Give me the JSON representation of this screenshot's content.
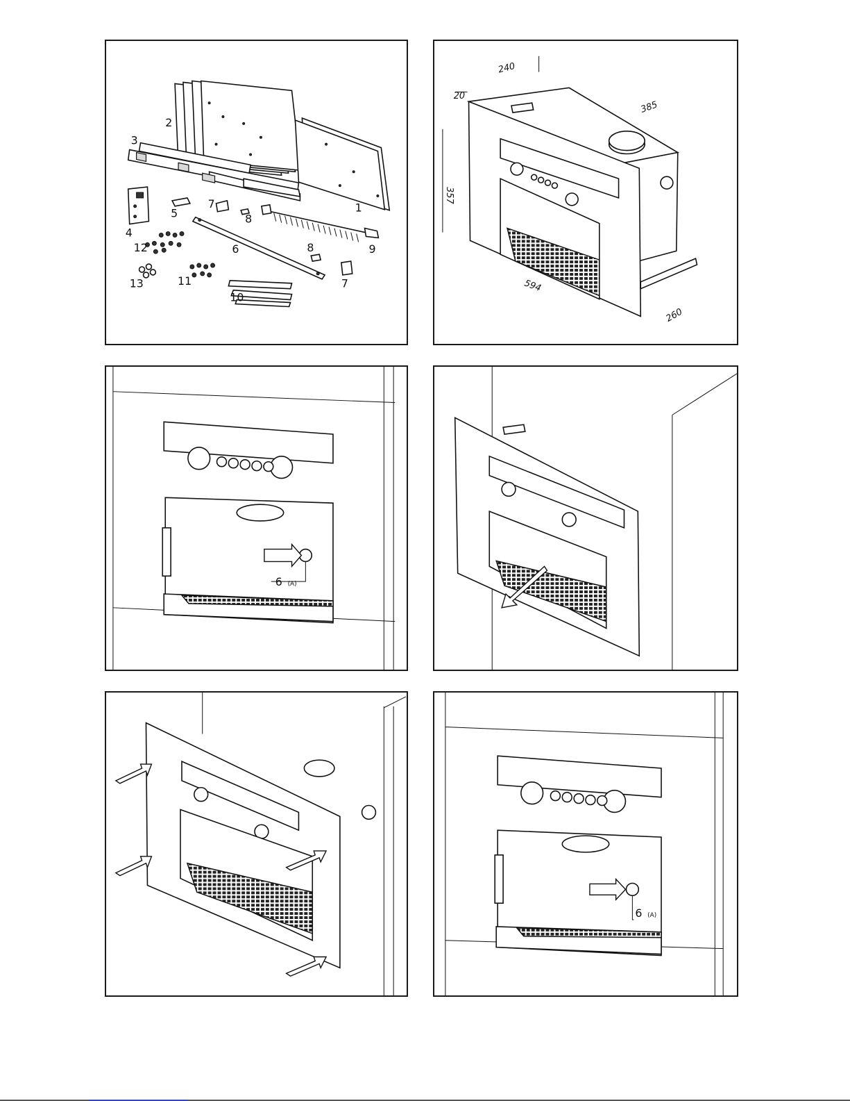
{
  "panels": {
    "parts": {
      "labels": [
        "1",
        "2",
        "3",
        "4",
        "5",
        "6",
        "7",
        "7",
        "8",
        "8",
        "9",
        "10",
        "11",
        "12",
        "13"
      ]
    },
    "dimensions": {
      "labels": [
        "240",
        "20",
        "385",
        "357",
        "594",
        "260"
      ]
    },
    "install_a": {
      "callout": "6",
      "callout_sub": "(A)"
    },
    "install_b": {},
    "install_c": {},
    "install_d": {
      "callout": "6",
      "callout_sub": "(A)"
    }
  }
}
